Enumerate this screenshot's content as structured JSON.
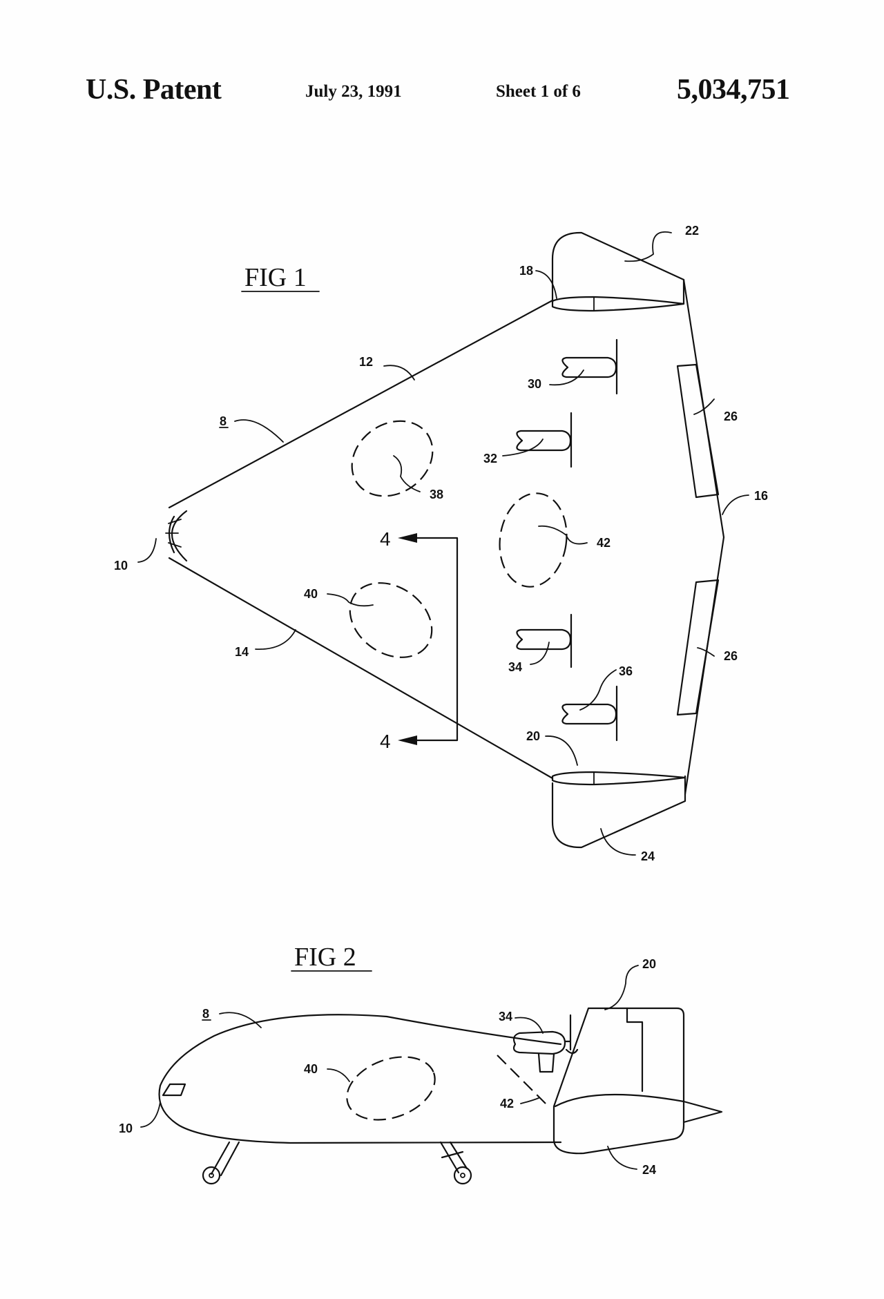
{
  "header": {
    "title": "U.S. Patent",
    "date": "July 23, 1991",
    "sheet": "Sheet 1 of 6",
    "number": "5,034,751"
  },
  "fig1": {
    "title": "FIG 1",
    "labels": {
      "r8": "8",
      "r10": "10",
      "r12": "12",
      "r14": "14",
      "r16": "16",
      "r18": "18",
      "r20": "20",
      "r22": "22",
      "r24": "24",
      "r26a": "26",
      "r26b": "26",
      "r30": "30",
      "r32": "32",
      "r34": "34",
      "r36": "36",
      "r38": "38",
      "r40": "40",
      "r42": "42"
    },
    "section_top": "4",
    "section_bottom": "4"
  },
  "fig2": {
    "title": "FIG 2",
    "labels": {
      "r8": "8",
      "r10": "10",
      "r20": "20",
      "r24": "24",
      "r34": "34",
      "r40": "40",
      "r42": "42"
    }
  }
}
